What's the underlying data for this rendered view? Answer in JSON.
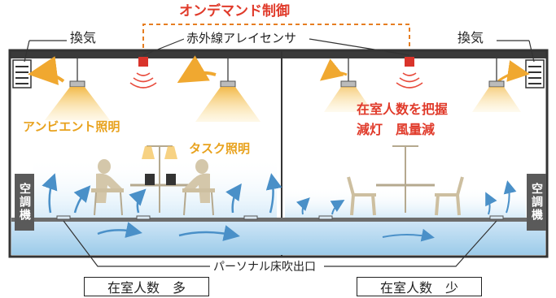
{
  "title": "オンデマンド制御",
  "labels": {
    "sensor": "赤外線アレイセンサ",
    "ventilation_left": "換気",
    "ventilation_right": "換気",
    "ambient_lighting": "アンビエント照明",
    "task_lighting": "タスク照明",
    "occupancy_detect": "在室人数を把握",
    "reduction": "減灯　風量減",
    "floor_outlet": "パーソナル床吹出口",
    "ac_left": "空調機",
    "ac_right": "空調機"
  },
  "rooms": {
    "left": "在室人数　多",
    "right": "在室人数　少"
  },
  "colors": {
    "title_red": "#e03a2a",
    "light_orange": "#e8a21e",
    "airflow_blue": "#4a90c8",
    "room_frame": "#333333",
    "sensor_red": "#d9342b"
  }
}
